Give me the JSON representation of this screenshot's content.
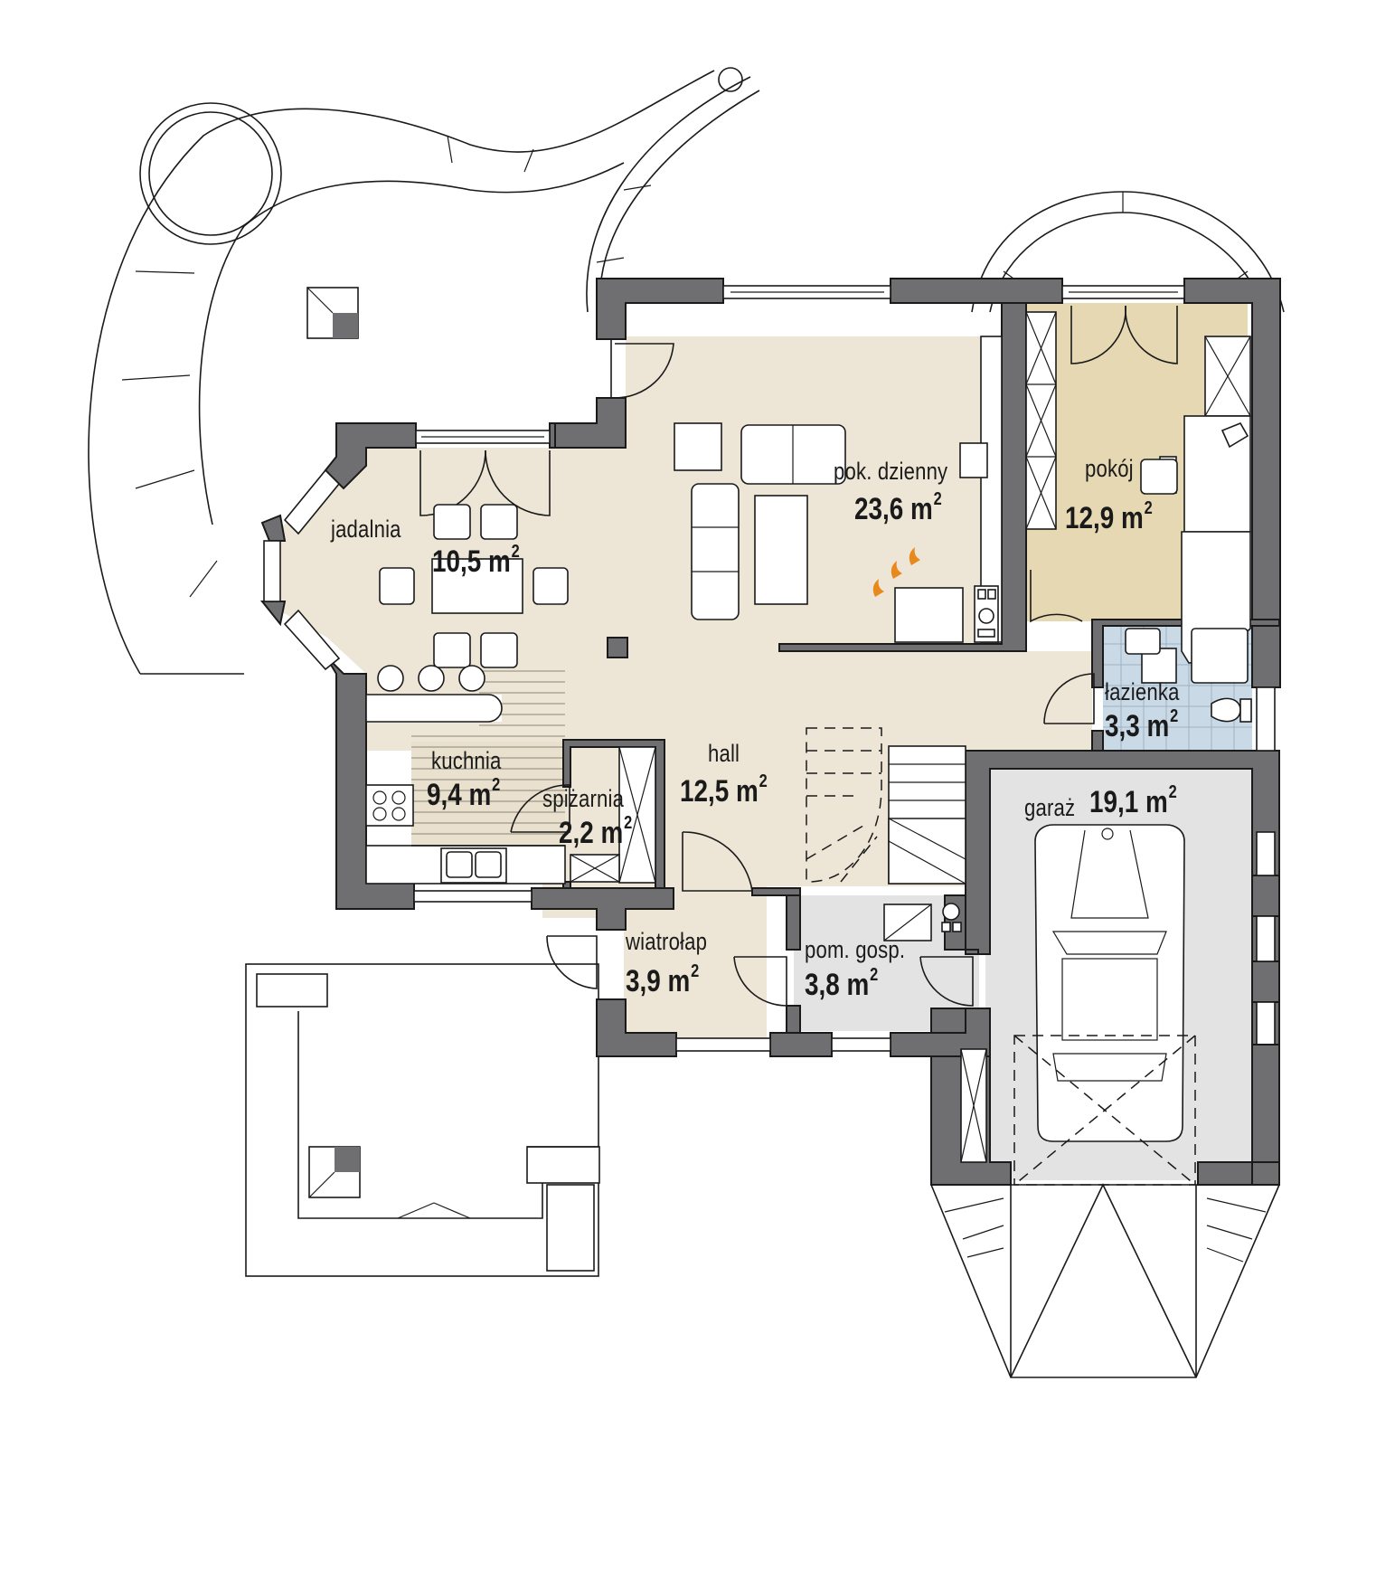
{
  "plan": {
    "title": "Floor plan - ground floor",
    "unit": "m²",
    "colors": {
      "wall": "#6f6f71",
      "floor_day": "#ede6d6",
      "floor_room": "#e5d8b3",
      "floor_bath": "#c9d9e6",
      "floor_utility": "#e3e3e3",
      "fire": "#e8891e"
    },
    "rooms": [
      {
        "id": "pok-dzienny",
        "name": "pok. dzienny",
        "area": "23,6 m",
        "sup": "2"
      },
      {
        "id": "pokoj",
        "name": "pokój",
        "area": "12,9 m",
        "sup": "2"
      },
      {
        "id": "jadalnia",
        "name": "jadalnia",
        "area": "10,5 m",
        "sup": "2"
      },
      {
        "id": "lazienka",
        "name": "łazienka",
        "area": "3,3 m",
        "sup": "2"
      },
      {
        "id": "kuchnia",
        "name": "kuchnia",
        "area": "9,4 m",
        "sup": "2"
      },
      {
        "id": "spizarnia",
        "name": "spiżarnia",
        "area": "2,2 m",
        "sup": "2"
      },
      {
        "id": "hall",
        "name": "hall",
        "area": "12,5 m",
        "sup": "2"
      },
      {
        "id": "garaz",
        "name": "garaż",
        "area": "19,1 m",
        "sup": "2"
      },
      {
        "id": "wiatrolap",
        "name": "wiatrołap",
        "area": "3,9 m",
        "sup": "2"
      },
      {
        "id": "pom-gosp",
        "name": "pom. gosp.",
        "area": "3,8 m",
        "sup": "2"
      }
    ]
  }
}
